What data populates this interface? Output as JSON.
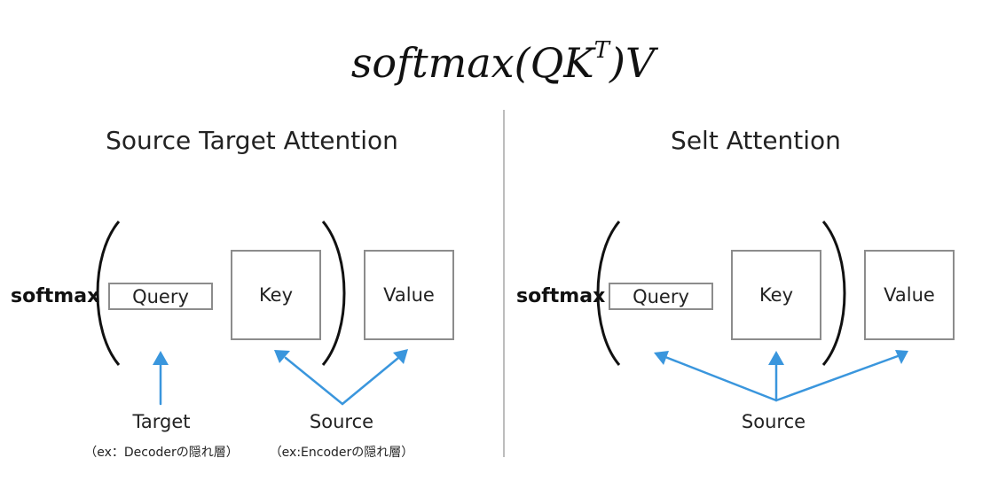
{
  "formula": {
    "base": "softmax(QK",
    "sup": "T",
    "tail": ")V"
  },
  "left": {
    "title": "Source Target Attention",
    "softmax_label": "softmax",
    "query_label": "Query",
    "key_label": "Key",
    "value_label": "Value",
    "target_label": "Target",
    "target_note": "（ex：Decoderの隠れ層）",
    "source_label": "Source",
    "source_note": "（ex:Encoderの隠れ層）"
  },
  "right": {
    "title": "Selt Attention",
    "softmax_label": "softmax",
    "query_label": "Query",
    "key_label": "Key",
    "value_label": "Value",
    "source_label": "Source"
  },
  "colors": {
    "arrow": "#3a96dd",
    "box_border": "#8c8c8c",
    "divider": "#bdbdbd"
  }
}
